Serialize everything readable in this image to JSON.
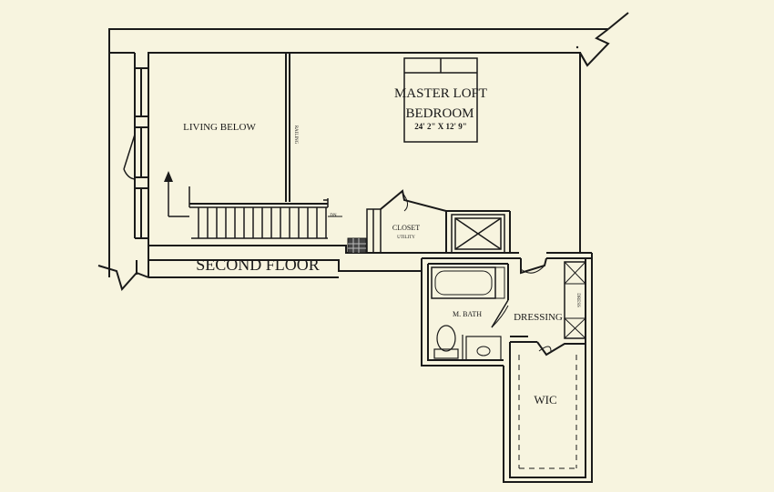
{
  "labels": {
    "living_below": "LIVING BELOW",
    "railing": "RAILING",
    "master_title_1": "MASTER LOFT",
    "master_title_2": "BEDROOM",
    "master_dims": "24' 2\" X 12' 9\"",
    "closet": "CLOSET",
    "utility": "UTILITY",
    "dn": "DN",
    "second_floor": "SECOND FLOOR",
    "m_bath": "M. BATH",
    "dressing": "DRESSING",
    "dresser": "DRESS",
    "wic": "WIC"
  },
  "colors": {
    "background": "#f7f4df",
    "ink": "#1a1a1a"
  }
}
